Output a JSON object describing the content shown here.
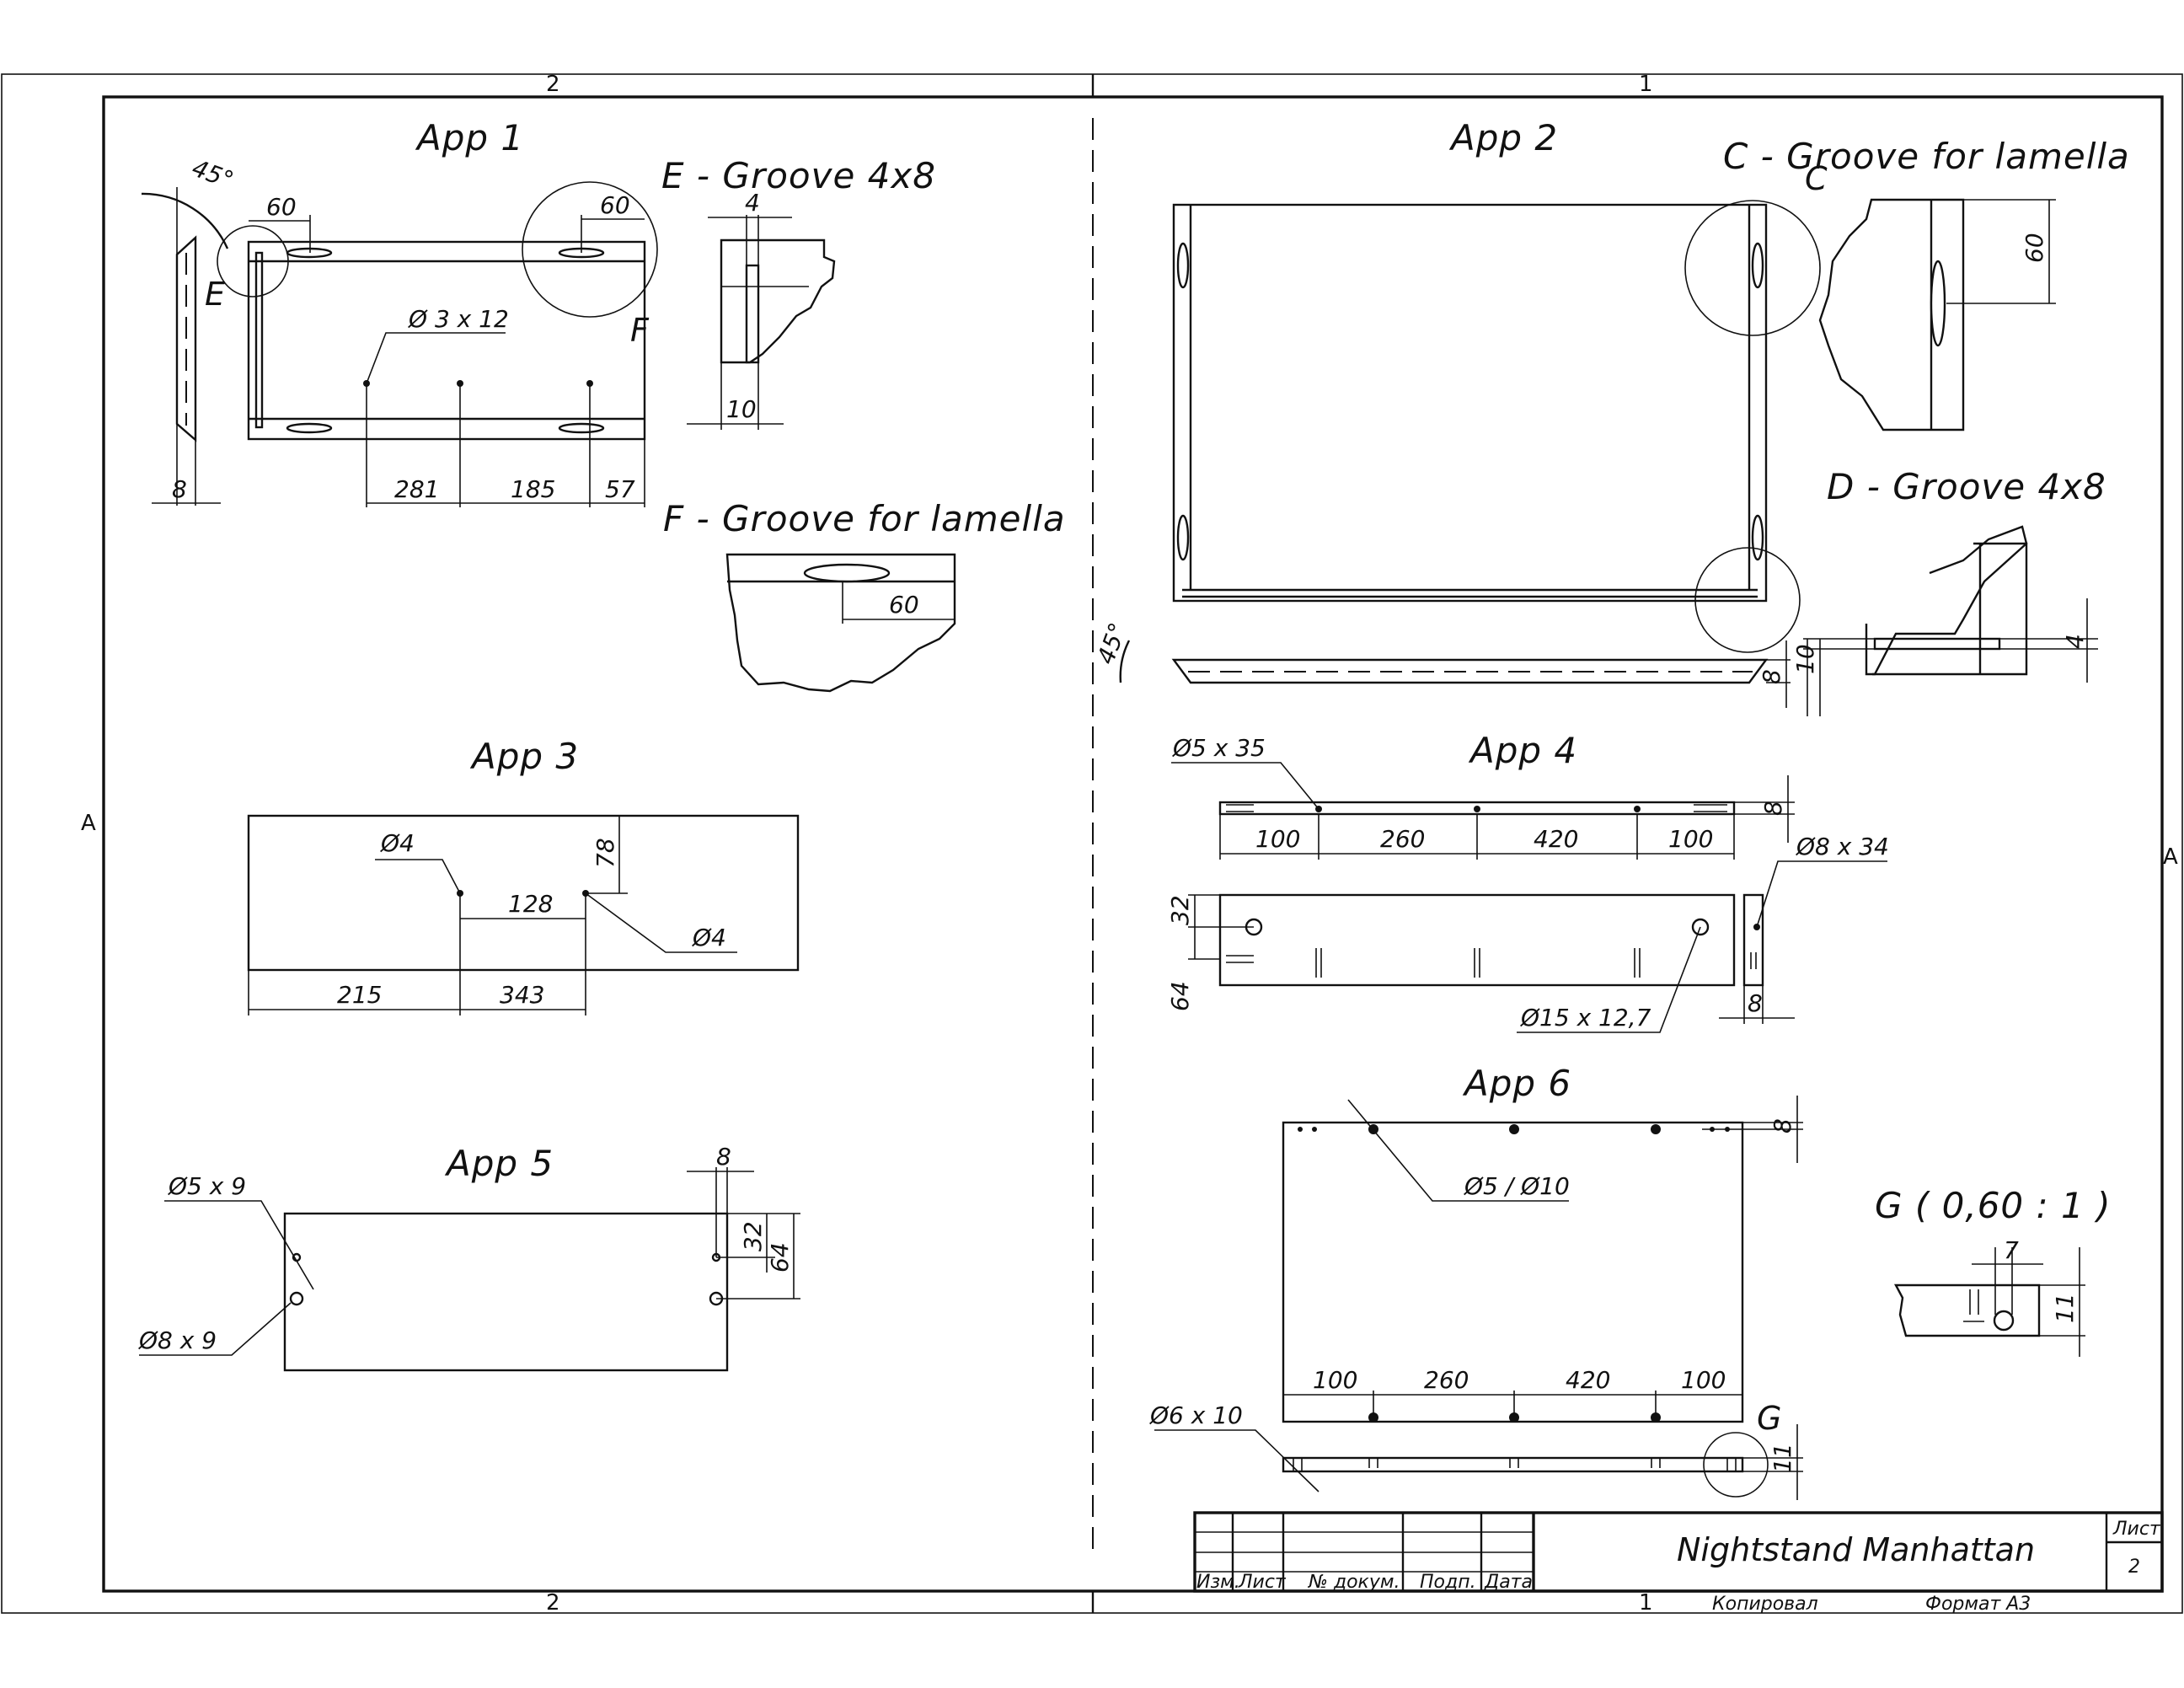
{
  "frame": {
    "zone_top_left": "2",
    "zone_top_right": "1",
    "zone_bottom_left": "2",
    "zone_bottom_right": "1",
    "zone_side_left": "A",
    "zone_side_right": "A"
  },
  "app1": {
    "title": "App 1",
    "angle": "45°",
    "label_e": "E",
    "label_f": "F",
    "dim_60_left": "60",
    "dim_60_right": "60",
    "hole_note": "Ø 3 x 12",
    "dim_281": "281",
    "dim_185": "185",
    "dim_57": "57",
    "dim_8": "8"
  },
  "detail_e": {
    "title": "E - Groove 4x8",
    "dim_4": "4",
    "dim_10": "10"
  },
  "detail_f": {
    "title": "F - Groove for lamella",
    "dim_60": "60"
  },
  "app2": {
    "title": "App 2",
    "angle": "45°",
    "dim_8": "8",
    "label_c": "C"
  },
  "detail_c": {
    "title": "C - Groove for lamella",
    "dim_60": "60"
  },
  "detail_d": {
    "title": "D - Groove 4x8",
    "dim_10": "10",
    "dim_4": "4"
  },
  "app3": {
    "title": "App 3",
    "hole_left": "Ø4",
    "hole_right": "Ø4",
    "dim_78": "78",
    "dim_128": "128",
    "dim_215": "215",
    "dim_343": "343"
  },
  "app4": {
    "title": "App 4",
    "hole_top": "Ø5 x 35",
    "dim_100a": "100",
    "dim_260": "260",
    "dim_420": "420",
    "dim_100b": "100",
    "dim_8_top": "8",
    "hole_side": "Ø8 x 34",
    "dim_32": "32",
    "dim_64": "64",
    "hole_big": "Ø15 x 12,7",
    "dim_8_side": "8"
  },
  "app5": {
    "title": "App 5",
    "hole_a": "Ø5 x 9",
    "hole_b": "Ø8 x 9",
    "dim_8": "8",
    "dim_32": "32",
    "dim_64": "64"
  },
  "app6": {
    "title": "App 6",
    "hole_top": "Ø5 / Ø10",
    "dim_8": "8",
    "dim_100a": "100",
    "dim_260": "260",
    "dim_420": "420",
    "dim_100b": "100",
    "hole_bottom": "Ø6 x 10",
    "label_g": "G",
    "dim_11": "11"
  },
  "detail_g": {
    "title": "G ( 0,60 : 1 )",
    "dim_7": "7",
    "dim_11": "11"
  },
  "title_block": {
    "col_izm": "Изм.",
    "col_list": "Лист",
    "col_doc": "№ докум.",
    "col_podp": "Подп.",
    "col_data": "Дата",
    "product": "Nightstand Manhattan",
    "sheet_label": "Лист",
    "sheet_number": "2",
    "copied": "Копировал",
    "format": "Формат A3"
  }
}
